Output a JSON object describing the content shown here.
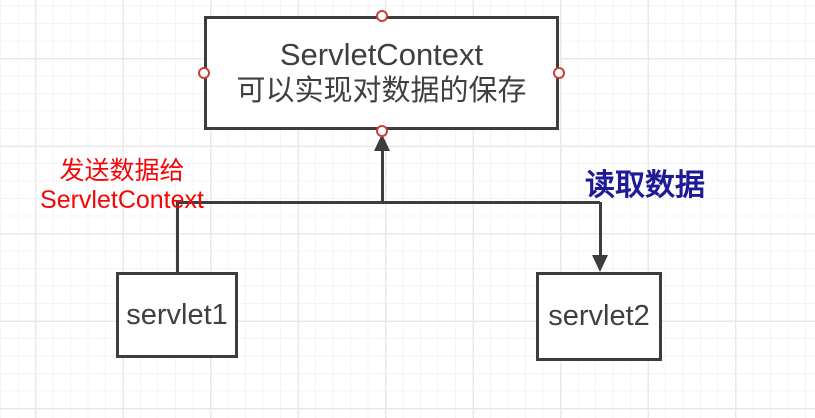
{
  "diagram": {
    "nodes": {
      "servletcontext": {
        "line1": "ServletContext",
        "line2": "可以实现对数据的保存",
        "selected": true
      },
      "servlet1": {
        "label": "servlet1"
      },
      "servlet2": {
        "label": "servlet2"
      }
    },
    "edge_labels": {
      "send": {
        "line1": "发送数据给",
        "line2": "ServletContext",
        "color": "#f40606"
      },
      "read": {
        "text": "读取数据",
        "color": "#1d1a99"
      }
    },
    "colors": {
      "stroke": "#3d3d3d",
      "node_fill": "#ffffff",
      "node_text": "#3f3f3f",
      "selection_handle": "#c9403a",
      "grid_minor": "#f4f4f4",
      "grid_major": "#e9e9e9",
      "background": "#ffffff"
    }
  }
}
